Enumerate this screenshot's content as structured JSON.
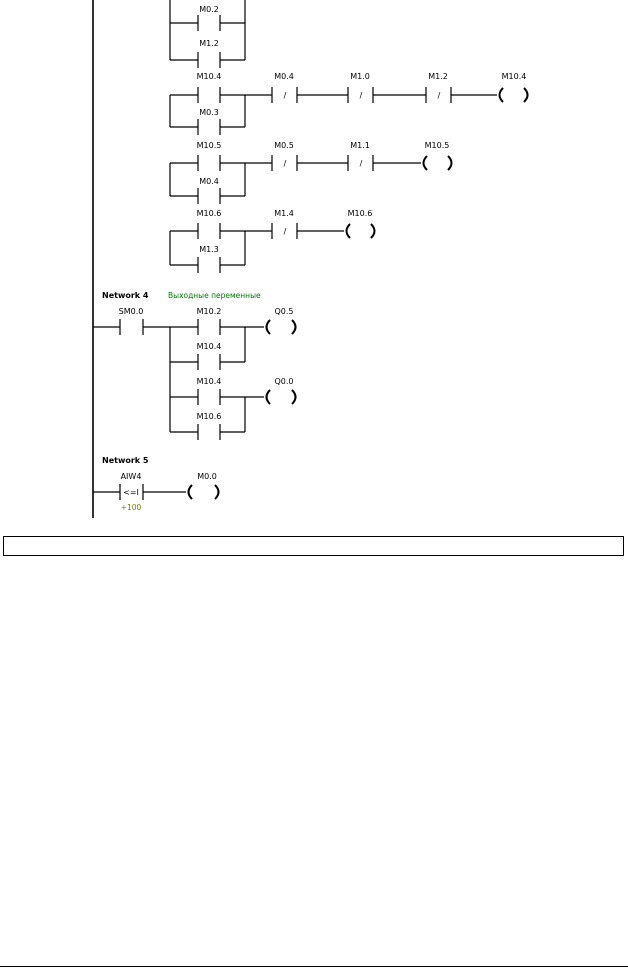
{
  "networks": [
    {
      "title": "Network 4",
      "comment": "Выходные переменные"
    },
    {
      "title": "Network 5",
      "comment": ""
    }
  ],
  "labels": {
    "m0_2": "M0.2",
    "m1_2a": "M1.2",
    "m10_4a": "M10.4",
    "m0_3": "M0.3",
    "m0_4a": "M0.4",
    "m1_0": "M1.0",
    "m1_2b": "M1.2",
    "c_m10_4": "M10.4",
    "m10_5": "M10.5",
    "m0_4b": "M0.4",
    "m0_5": "M0.5",
    "m1_1": "M1.1",
    "c_m10_5": "M10.5",
    "m10_6a": "M10.6",
    "m1_3": "M1.3",
    "m1_4": "M1.4",
    "c_m10_6": "M10.6",
    "sm0_0": "SM0.0",
    "m10_2": "M10.2",
    "m10_4b": "M10.4",
    "c_q0_5": "Q0.5",
    "m10_4c": "M10.4",
    "m10_6b": "M10.6",
    "c_q0_0": "Q0.0",
    "aiw4": "AIW4",
    "cmp_op": "<=I",
    "cmp_val": "+100",
    "c_m0_0": "M0.0"
  },
  "symbols": {
    "nc": "/"
  }
}
